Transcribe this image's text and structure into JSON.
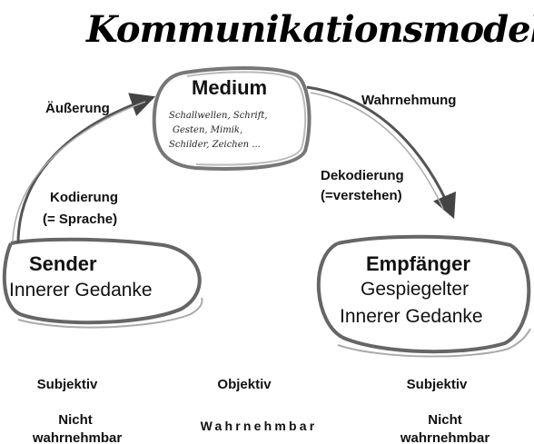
{
  "title": "Kommunikationsmodell",
  "medium": {
    "title": "Medium",
    "details": [
      "Schallwellen, Schrift,",
      "Gesten, Mimik,",
      "Schilder, Zeichen ..."
    ]
  },
  "sender": {
    "title": "Sender",
    "subtitle": "Innerer Gedanke"
  },
  "receiver": {
    "title": "Empfänger",
    "subtitle_1": "Gespiegelter",
    "subtitle_2": "Innerer Gedanke"
  },
  "labels": {
    "utterance": "Äußerung",
    "encoding_1": "Kodierung",
    "encoding_2": "(= Sprache)",
    "perception": "Wahrnehmung",
    "decoding_1": "Dekodierung",
    "decoding_2": "(=verstehen)"
  },
  "bottom": {
    "left_1": "Subjektiv",
    "left_2": "Nicht",
    "left_3": "wahrnehmbar",
    "center_1": "Objektiv",
    "center_2": "Wahrnehmbar",
    "right_1": "Subjektiv",
    "right_2": "Nicht",
    "right_3": "wahrnehmbar"
  }
}
